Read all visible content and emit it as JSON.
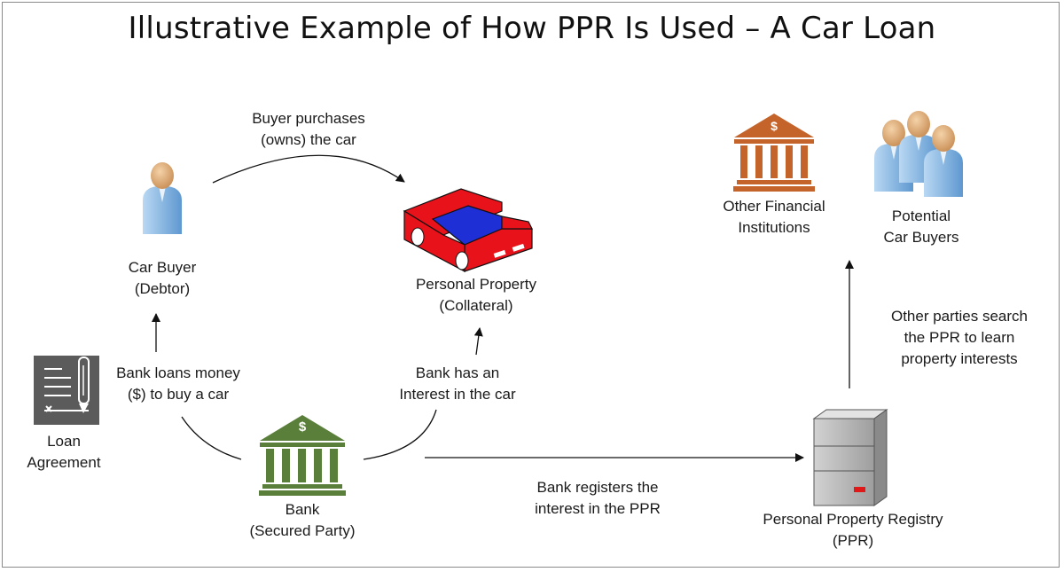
{
  "title": "Illustrative Example of How PPR Is Used – A Car Loan",
  "nodes": {
    "car_buyer": [
      "Car Buyer",
      "(Debtor)"
    ],
    "personal_property": [
      "Personal Property",
      "(Collateral)"
    ],
    "loan_agreement": [
      "Loan",
      "Agreement"
    ],
    "bank": [
      "Bank",
      "(Secured Party)"
    ],
    "other_financial": [
      "Other Financial",
      "Institutions"
    ],
    "potential_buyers": [
      "Potential",
      "Car Buyers"
    ],
    "registry": [
      "Personal Property Registry",
      "(PPR)"
    ]
  },
  "edges": {
    "buyer_purchases": [
      "Buyer purchases",
      "(owns) the car"
    ],
    "bank_loans": [
      "Bank loans money",
      "($) to buy a car"
    ],
    "bank_interest": [
      "Bank has an",
      "Interest in the car"
    ],
    "bank_registers": [
      "Bank registers the",
      "interest in the PPR"
    ],
    "other_search": [
      "Other parties search",
      "the PPR to learn",
      "property interests"
    ]
  },
  "symbols": {
    "currency": "$"
  },
  "colors": {
    "bank_green": "#5a7f3a",
    "institution_orange": "#c5642a",
    "car_red": "#e8121b",
    "car_blue": "#1f2fd6",
    "person_blue": "#7fb2e0",
    "server_gray": "#a8a8a8",
    "document_gray": "#5b5b5b"
  }
}
